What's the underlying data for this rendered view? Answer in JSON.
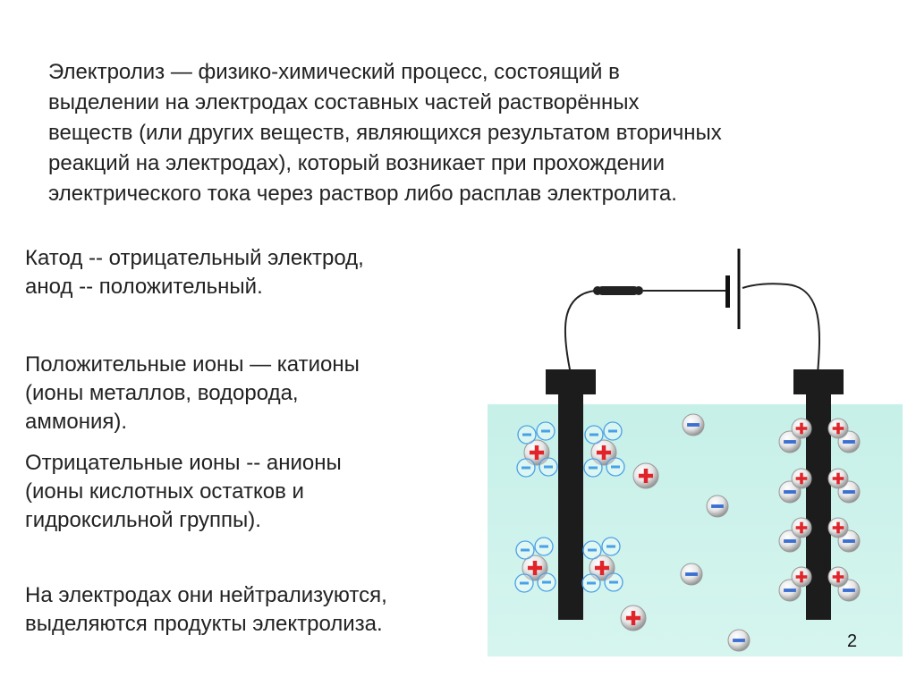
{
  "intro": [
    "Электролиз — физико-химический процесс, состоящий в",
    "выделении на электродах составных частей растворённых",
    "веществ (или других веществ, являющихся результатом вторичных",
    "реакций на электродах), который возникает при прохождении",
    "электрического тока через раствор либо расплав электролита."
  ],
  "paragraphs": {
    "electrodes": [
      "Катод -- отрицательный электрод,",
      "анод -- положительный."
    ],
    "cations": [
      "Положительные ионы — катионы",
      "(ионы металлов, водорода,",
      "аммония)."
    ],
    "anions": [
      "Отрицательные ионы -- анионы",
      "(ионы кислотных остатков и",
      "гидроксильной группы)."
    ],
    "neutralization": [
      "На электродах они нейтрализуются,",
      "выделяются продукты электролиза."
    ]
  },
  "page_number": "2",
  "colors": {
    "solution": "#c9f1ea",
    "electrode": "#1c1c1c",
    "cation": "#e0242a",
    "anion": "#3b6fd1",
    "hydration_shell": "#4aa0e8"
  },
  "icons": {
    "cation": "plus-ion-icon",
    "anion": "minus-ion-icon",
    "battery": "battery-icon",
    "switch": "switch-icon"
  }
}
